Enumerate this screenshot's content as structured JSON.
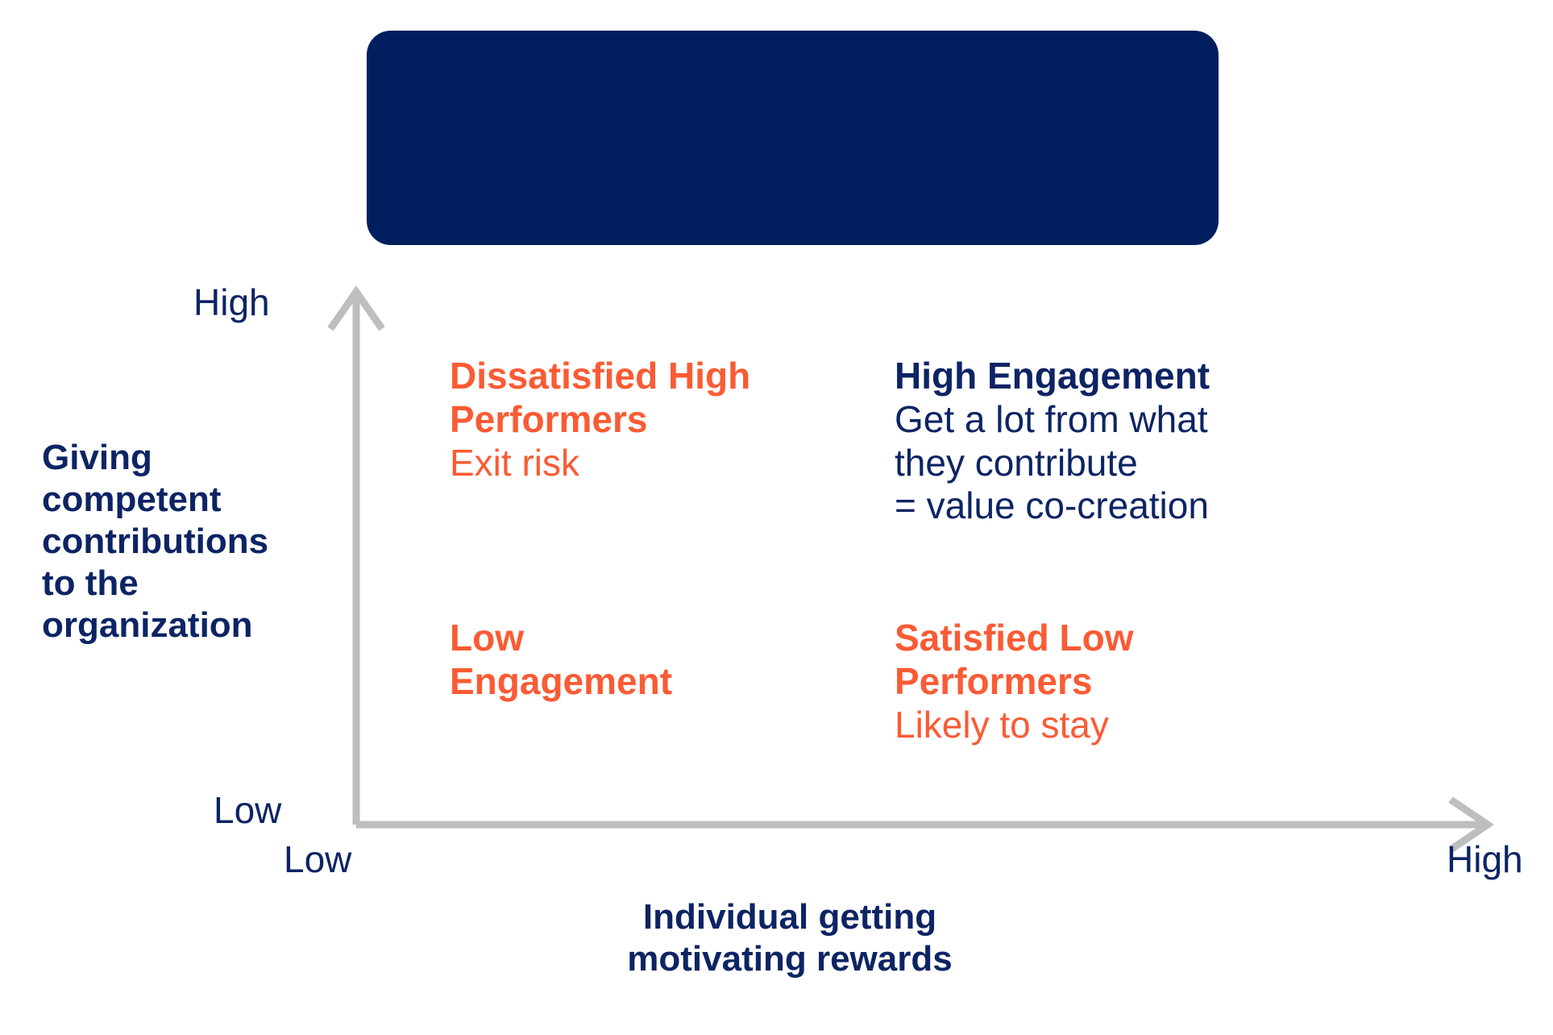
{
  "header": {
    "text": ""
  },
  "colors": {
    "navy": "#011f5f",
    "text_navy": "#0d2464",
    "orange": "#fa5b34",
    "axis_grey": "#bcbec0",
    "background": "#ffffff"
  },
  "axes": {
    "y": {
      "title": "Giving\ncompetent\ncontributions\nto the\norganization",
      "high_label": "High",
      "low_label": "Low"
    },
    "x": {
      "title": "Individual getting\nmotivating rewards",
      "low_label": "Low",
      "high_label": "High"
    }
  },
  "quadrants": {
    "top_left": {
      "heading": "Dissatisfied High\nPerformers",
      "body": "Exit risk",
      "color": "#fa5b34"
    },
    "top_right": {
      "heading": "High Engagement",
      "body": "Get a lot from what\nthey contribute\n= value co-creation",
      "color": "#0d2464"
    },
    "bottom_left": {
      "heading": "Low\nEngagement",
      "body": "",
      "color": "#fa5b34"
    },
    "bottom_right": {
      "heading": "Satisfied Low\nPerformers",
      "body": "Likely to stay",
      "color": "#fa5b34"
    }
  },
  "chart_data": {
    "type": "scatter",
    "title": "",
    "xlabel": "Individual getting motivating rewards",
    "ylabel": "Giving competent contributions to the organization",
    "xlim": [
      "Low",
      "High"
    ],
    "ylim": [
      "Low",
      "High"
    ],
    "grid": false,
    "legend": "none",
    "quadrant_matrix": [
      {
        "position": "top-left",
        "x": "Low",
        "y": "High",
        "label": "Dissatisfied High Performers",
        "note": "Exit risk",
        "color": "#fa5b34"
      },
      {
        "position": "top-right",
        "x": "High",
        "y": "High",
        "label": "High Engagement",
        "note": "Get a lot from what they contribute = value co-creation",
        "color": "#0d2464"
      },
      {
        "position": "bottom-left",
        "x": "Low",
        "y": "Low",
        "label": "Low Engagement",
        "note": "",
        "color": "#fa5b34"
      },
      {
        "position": "bottom-right",
        "x": "High",
        "y": "Low",
        "label": "Satisfied Low Performers",
        "note": "Likely to stay",
        "color": "#fa5b34"
      }
    ]
  }
}
